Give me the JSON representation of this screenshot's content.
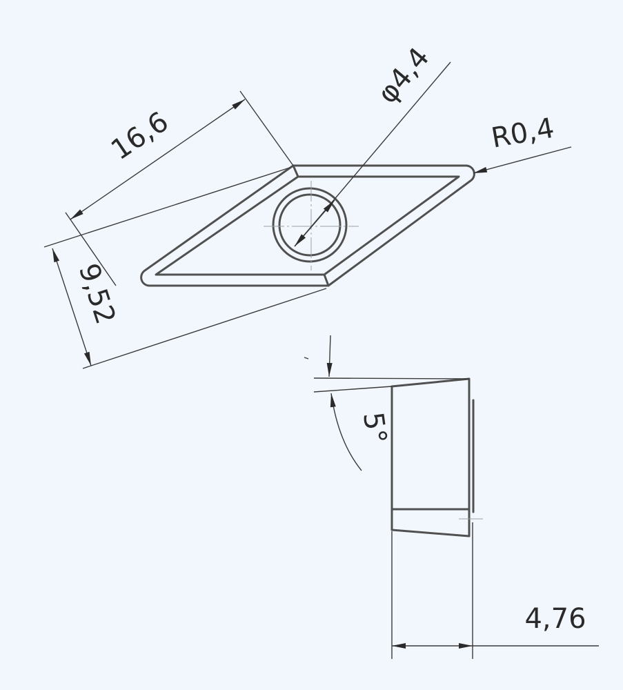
{
  "drawing": {
    "dimensions": {
      "edge_length": "16,6",
      "hole_diameter": "φ4,4",
      "corner_radius": "R0,4",
      "inscribed_circle": "9,52",
      "clearance_angle": "5°",
      "thickness": "4,76"
    },
    "colors": {
      "background": "#f2f7fd",
      "line": "#505050",
      "dim_line": "#3a3a3a",
      "center_line": "#9aa0a8"
    }
  }
}
